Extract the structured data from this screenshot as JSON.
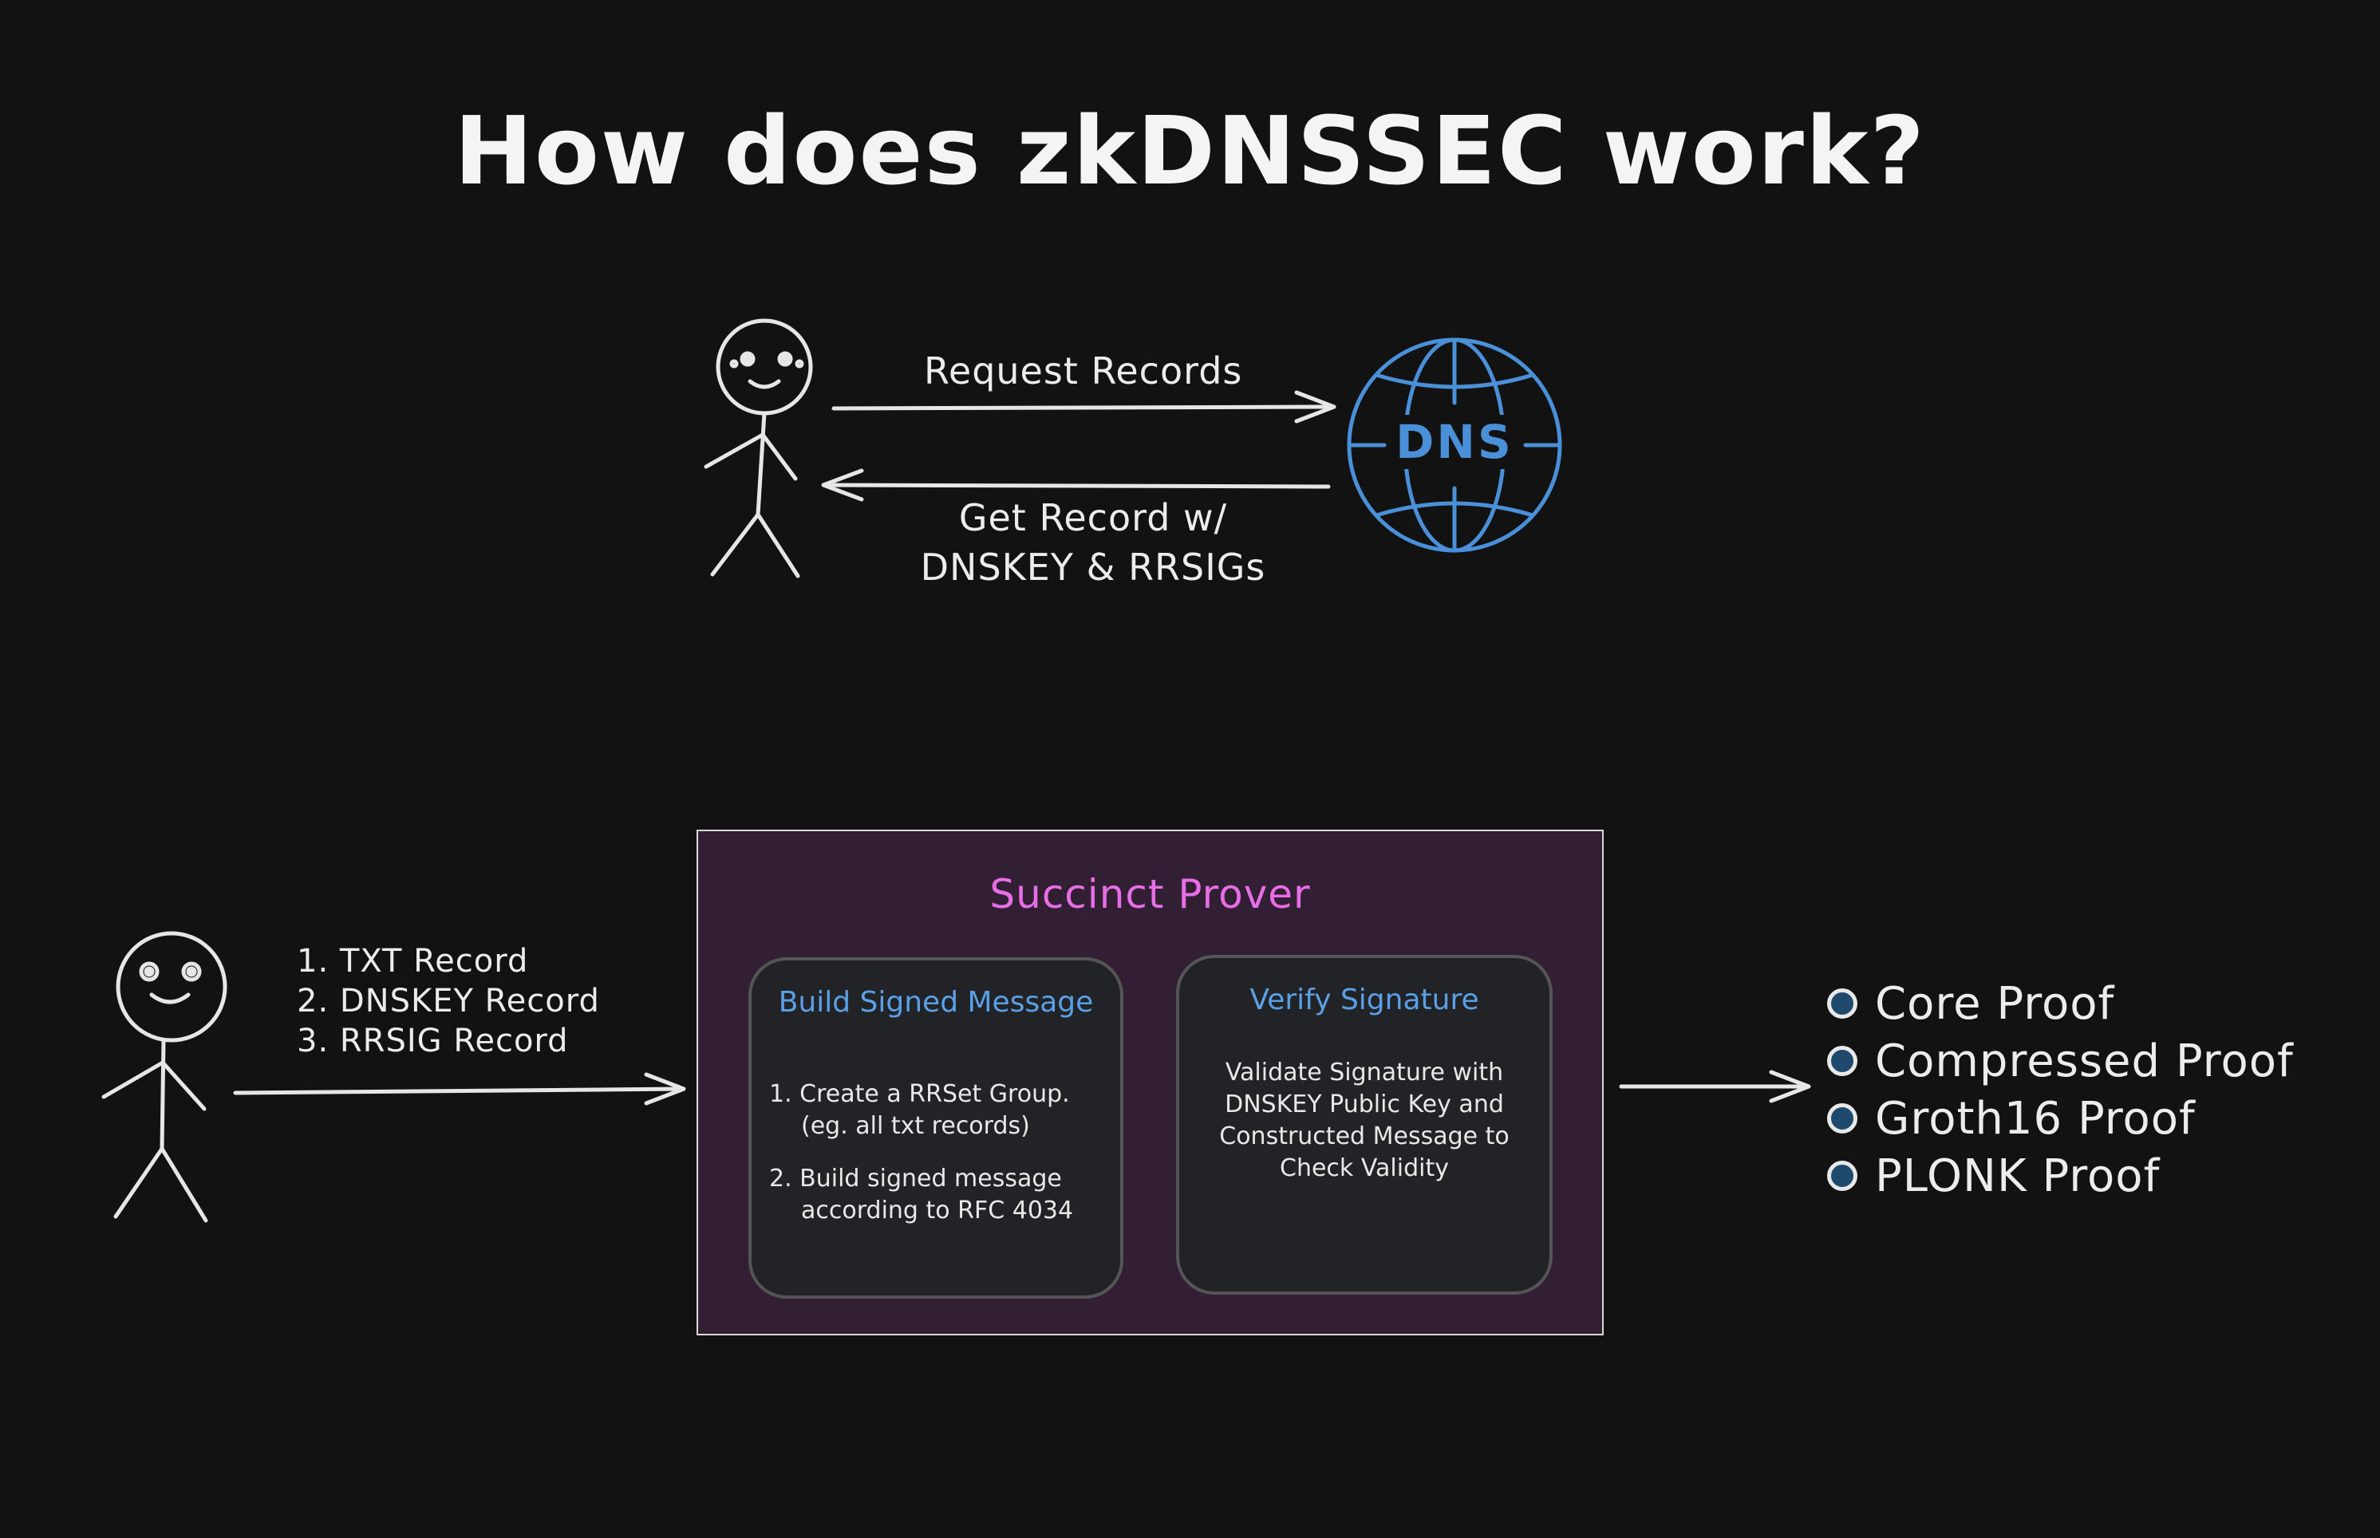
{
  "title": "How does zkDNSSEC work?",
  "top_flow": {
    "request_label": "Request Records",
    "response_label_line1": "Get Record w/",
    "response_label_line2": "DNSKEY & RRSIGs",
    "dns_label": "DNS",
    "globe_icon": "globe-icon",
    "colors": {
      "globe": "#4a90d9",
      "stroke": "#e6e6e6"
    }
  },
  "input_records": [
    "1. TXT Record",
    "2. DNSKEY Record",
    "3. RRSIG Record"
  ],
  "prover": {
    "title": "Succinct Prover",
    "colors": {
      "background": "#321f33",
      "title": "#e86ee8",
      "card_title": "#5aa0e6"
    },
    "build_card": {
      "title": "Build Signed Message",
      "step1_line1": "1. Create a RRSet Group.",
      "step1_line2": "(eg. all txt records)",
      "step2_line1": "2. Build signed message",
      "step2_line2": "according to RFC 4034"
    },
    "verify_card": {
      "title": "Verify Signature",
      "line1": "Validate Signature with",
      "line2": "DNSKEY Public Key and",
      "line3": "Constructed Message to",
      "line4": "Check Validity"
    }
  },
  "outputs": [
    "Core Proof",
    "Compressed Proof",
    "Groth16 Proof",
    "PLONK Proof"
  ]
}
